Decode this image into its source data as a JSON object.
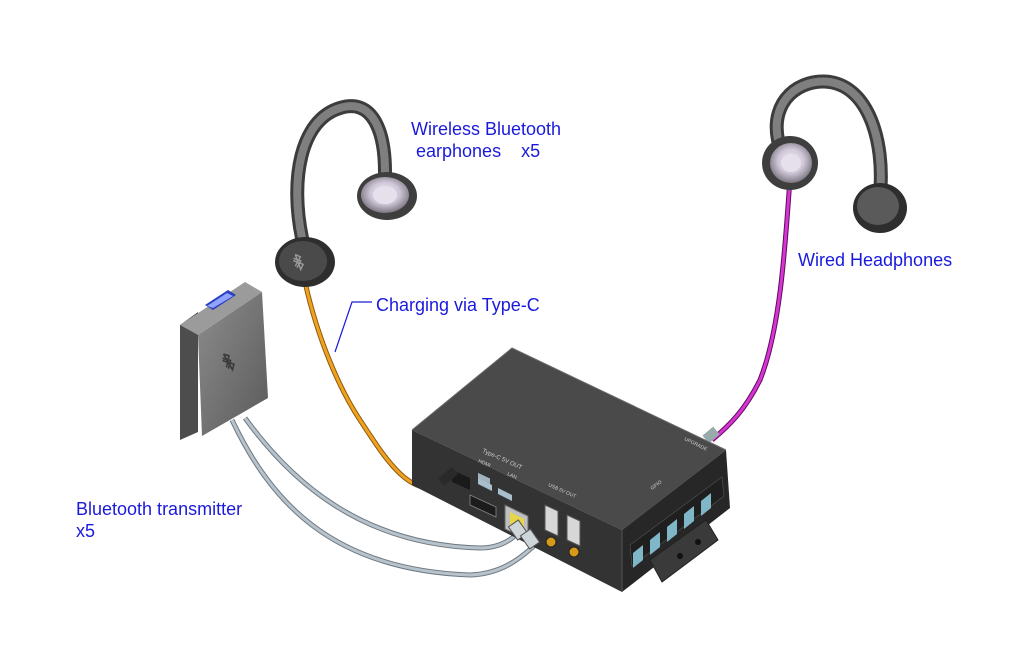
{
  "labels": {
    "wireless_earphones": "Wireless Bluetooth\n earphones    x5",
    "charging": "Charging via Type-C",
    "wired_headphones": "Wired Headphones",
    "bluetooth_transmitter": "Bluetooth transmitter\nx5"
  },
  "box_markings": {
    "typec_5v": "Type-C 5V OUT",
    "hdmi": "HDMI",
    "lan": "LAN",
    "usb_out": "USB 5V OUT",
    "gpio": "GPIO",
    "upgrade": "UPGRADE"
  },
  "colors": {
    "label_text": "#1a1adc",
    "orange_cable": "#e89a1a",
    "magenta_cable": "#c21fc0",
    "grey_cable": "#9aa6b0",
    "device_body": "#3a3a3a",
    "headband": "#5b5b5b"
  },
  "icons": [
    "bluetooth-icon"
  ]
}
